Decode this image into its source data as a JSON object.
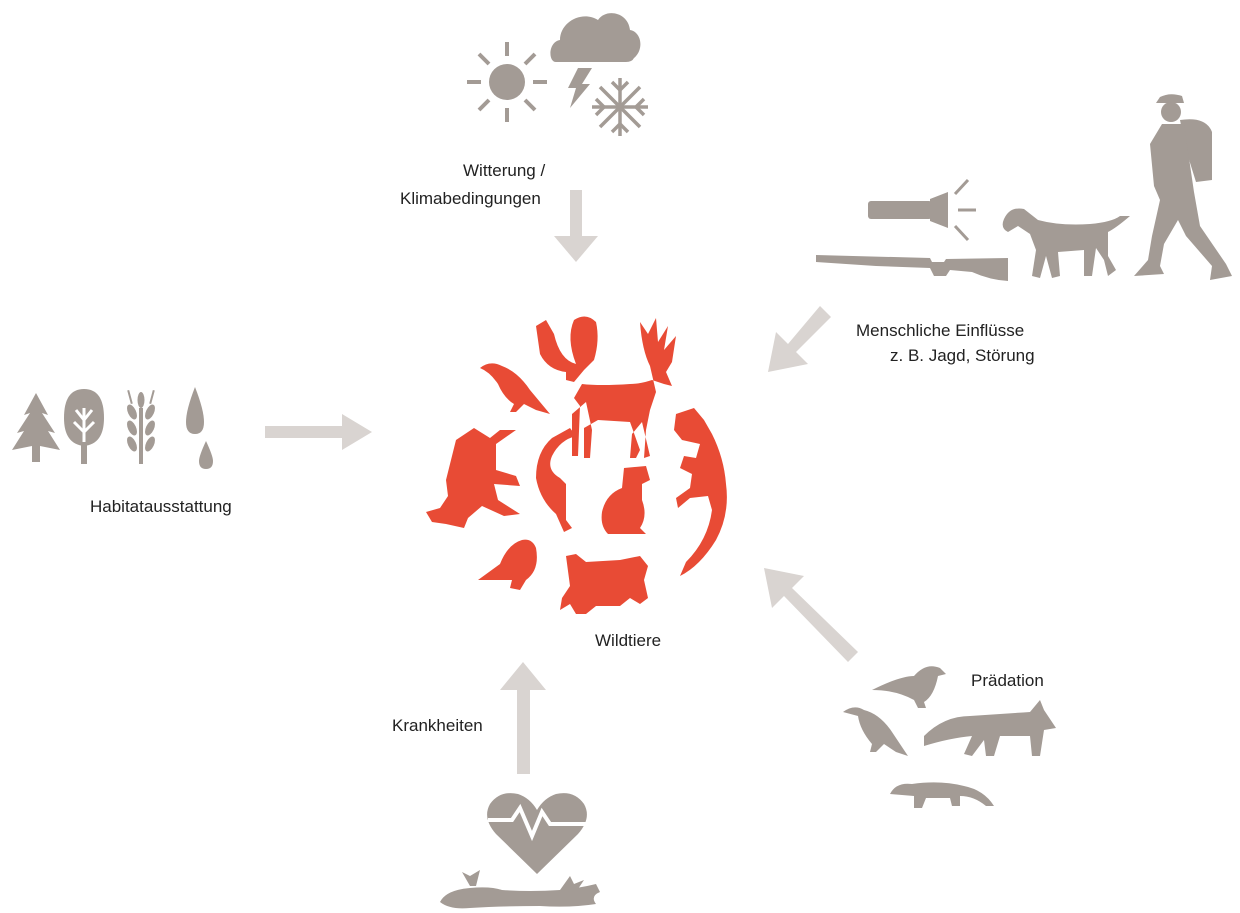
{
  "colors": {
    "factor": "#a39b95",
    "arrow": "#d9d4d1",
    "wildlife": "#e84b35",
    "text": "#222222"
  },
  "labels": {
    "center": "Wildtiere",
    "weather_line1": "Witterung /",
    "weather_line2": "Klimabedingungen",
    "human_line1": "Menschliche Einflüsse",
    "human_line2": "z. B. Jagd, Störung",
    "habitat": "Habitatausstattung",
    "disease": "Krankheiten",
    "predation": "Prädation"
  },
  "icons": {
    "weather": [
      "sun-icon",
      "thundercloud-icon",
      "snowflake-icon"
    ],
    "human": [
      "flashlight-icon",
      "rifle-icon",
      "hunting-dog-icon",
      "hiker-icon"
    ],
    "habitat": [
      "conifer-tree-icon",
      "deciduous-tree-icon",
      "wheat-icon",
      "water-drop-icon"
    ],
    "predation": [
      "bird-of-prey-icon",
      "crow-icon",
      "fox-icon",
      "marten-icon"
    ],
    "disease": [
      "heartbeat-icon",
      "dead-animal-icon"
    ],
    "wildlife": [
      "capercaillie-icon",
      "fallow-deer-icon",
      "crow-icon",
      "red-deer-icon",
      "marten-icon",
      "fox-icon",
      "hare-icon",
      "wild-boar-icon",
      "partridge-icon",
      "chamois-icon"
    ]
  }
}
